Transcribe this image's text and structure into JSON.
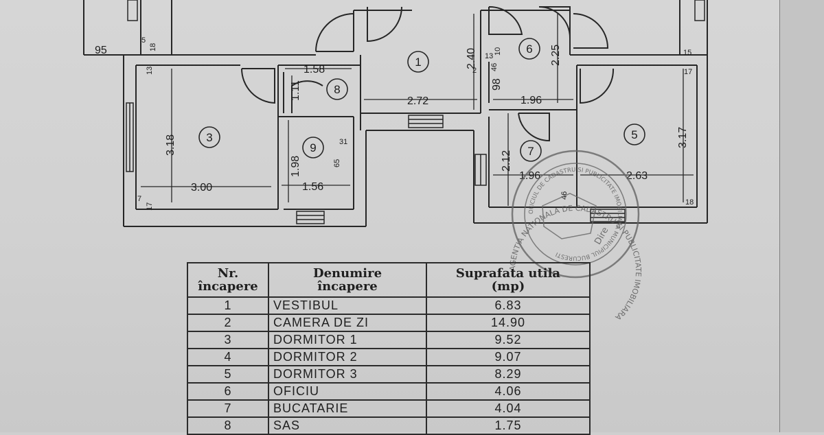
{
  "rooms": {
    "r1": "1",
    "r3": "3",
    "r5": "5",
    "r6": "6",
    "r7": "7",
    "r8": "8",
    "r9": "9"
  },
  "dimensions": {
    "d95": "95",
    "d5": "5",
    "d18": "18",
    "d13": "13",
    "d158": "1.58",
    "d111": "1.11",
    "d318": "3.18",
    "d300": "3.00",
    "d7": "7",
    "d17": "17",
    "d198": "1.98",
    "d156": "1.56",
    "d31": "31",
    "d65": "65",
    "d240": "2.40",
    "d272": "2.72",
    "d2": "2",
    "d46": "46",
    "d13b": "13",
    "d10": "10",
    "d98": "98",
    "d196": "1.96",
    "d225": "2.25",
    "d212": "2.12",
    "d196b": "1.96",
    "d46b": "46",
    "d263": "2.63",
    "d317": "3.17",
    "d15": "15",
    "d17b": "17",
    "d18b": "18"
  },
  "table": {
    "headers": {
      "nr_line1": "Nr.",
      "nr_line2": "încapere",
      "name_line1": "Denumire",
      "name_line2": "încapere",
      "area_line1": "Suprafata utila",
      "area_line2": "(mp)"
    },
    "rows": [
      {
        "nr": "1",
        "name": "VESTIBUL",
        "area": "6.83"
      },
      {
        "nr": "2",
        "name": "CAMERA DE ZI",
        "area": "14.90"
      },
      {
        "nr": "3",
        "name": "DORMITOR 1",
        "area": "9.52"
      },
      {
        "nr": "4",
        "name": "DORMITOR 2",
        "area": "9.07"
      },
      {
        "nr": "5",
        "name": "DORMITOR 3",
        "area": "8.29"
      },
      {
        "nr": "6",
        "name": "OFICIU",
        "area": "4.06"
      },
      {
        "nr": "7",
        "name": "BUCATARIE",
        "area": "4.04"
      },
      {
        "nr": "8",
        "name": "SAS",
        "area": "1.75"
      }
    ]
  },
  "stamp": {
    "outer_text": "AGENTIA NATIONALA DE CADASTRU SI PUBLICITATE IMOBILIARA",
    "inner_text": "OFICIUL DE CADASTRU SI PUBLICITATE IMOBILIARA MUNICIPIUL BUCURESTI",
    "dir_text": "Dire"
  },
  "colors": {
    "ink": "#1d1d1d",
    "paper": "#d3d3d3",
    "stamp": "#6a6a6a"
  }
}
